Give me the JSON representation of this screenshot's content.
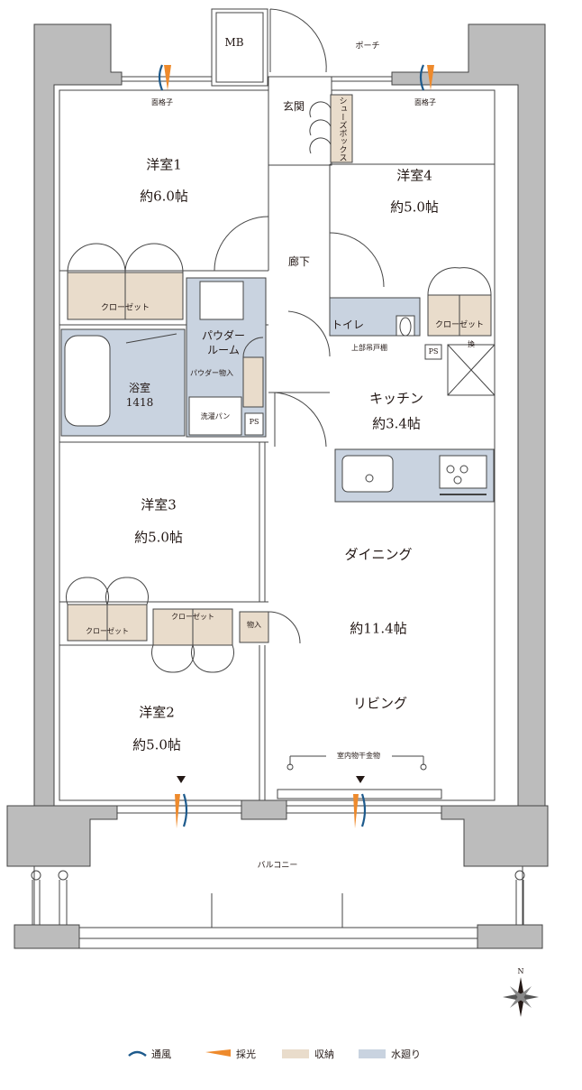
{
  "rooms": {
    "youshitsu1": {
      "name": "洋室1",
      "size": "約6.0帖"
    },
    "youshitsu4": {
      "name": "洋室4",
      "size": "約5.0帖"
    },
    "youshitsu3": {
      "name": "洋室3",
      "size": "約5.0帖"
    },
    "youshitsu2": {
      "name": "洋室2",
      "size": "約5.0帖"
    },
    "kitchen": {
      "name": "キッチン",
      "size": "約3.4帖"
    },
    "dining": {
      "name": "ダイニング"
    },
    "ldk_size": "約11.4帖",
    "living": {
      "name": "リビング"
    },
    "bath": {
      "name": "浴室",
      "code": "1418"
    },
    "powder": {
      "name": "パウダー",
      "name2": "ルーム"
    }
  },
  "labels": {
    "mb": "MB",
    "porch": "ポーチ",
    "entrance": "玄関",
    "shoebox": "シューズボックス",
    "hallway": "廊下",
    "toilet": "トイレ",
    "upper_shelf": "上部吊戸棚",
    "ps": "PS",
    "closet": "クローゼット",
    "powder_storage": "パウダー物入",
    "washer_pan": "洗濯パン",
    "storage": "物入",
    "lattice": "面格子",
    "drying_rack": "室内物干金物",
    "balcony": "バルコニー",
    "ventilation_mark": "換",
    "north": "N"
  },
  "legend": [
    {
      "key": "ventilation",
      "label": "通風",
      "color": "#1d5a8c"
    },
    {
      "key": "daylight",
      "label": "採光",
      "color": "#ee8a2c"
    },
    {
      "key": "storage",
      "label": "収納",
      "color": "#e9dccb"
    },
    {
      "key": "water",
      "label": "水廻り",
      "color": "#c9d3e0"
    }
  ],
  "colors": {
    "wall": "#bcbcbc",
    "line": "#444444",
    "storage": "#e9dccb",
    "water": "#c9d3e0",
    "ventilation": "#1d5a8c",
    "daylight": "#ee8a2c"
  }
}
